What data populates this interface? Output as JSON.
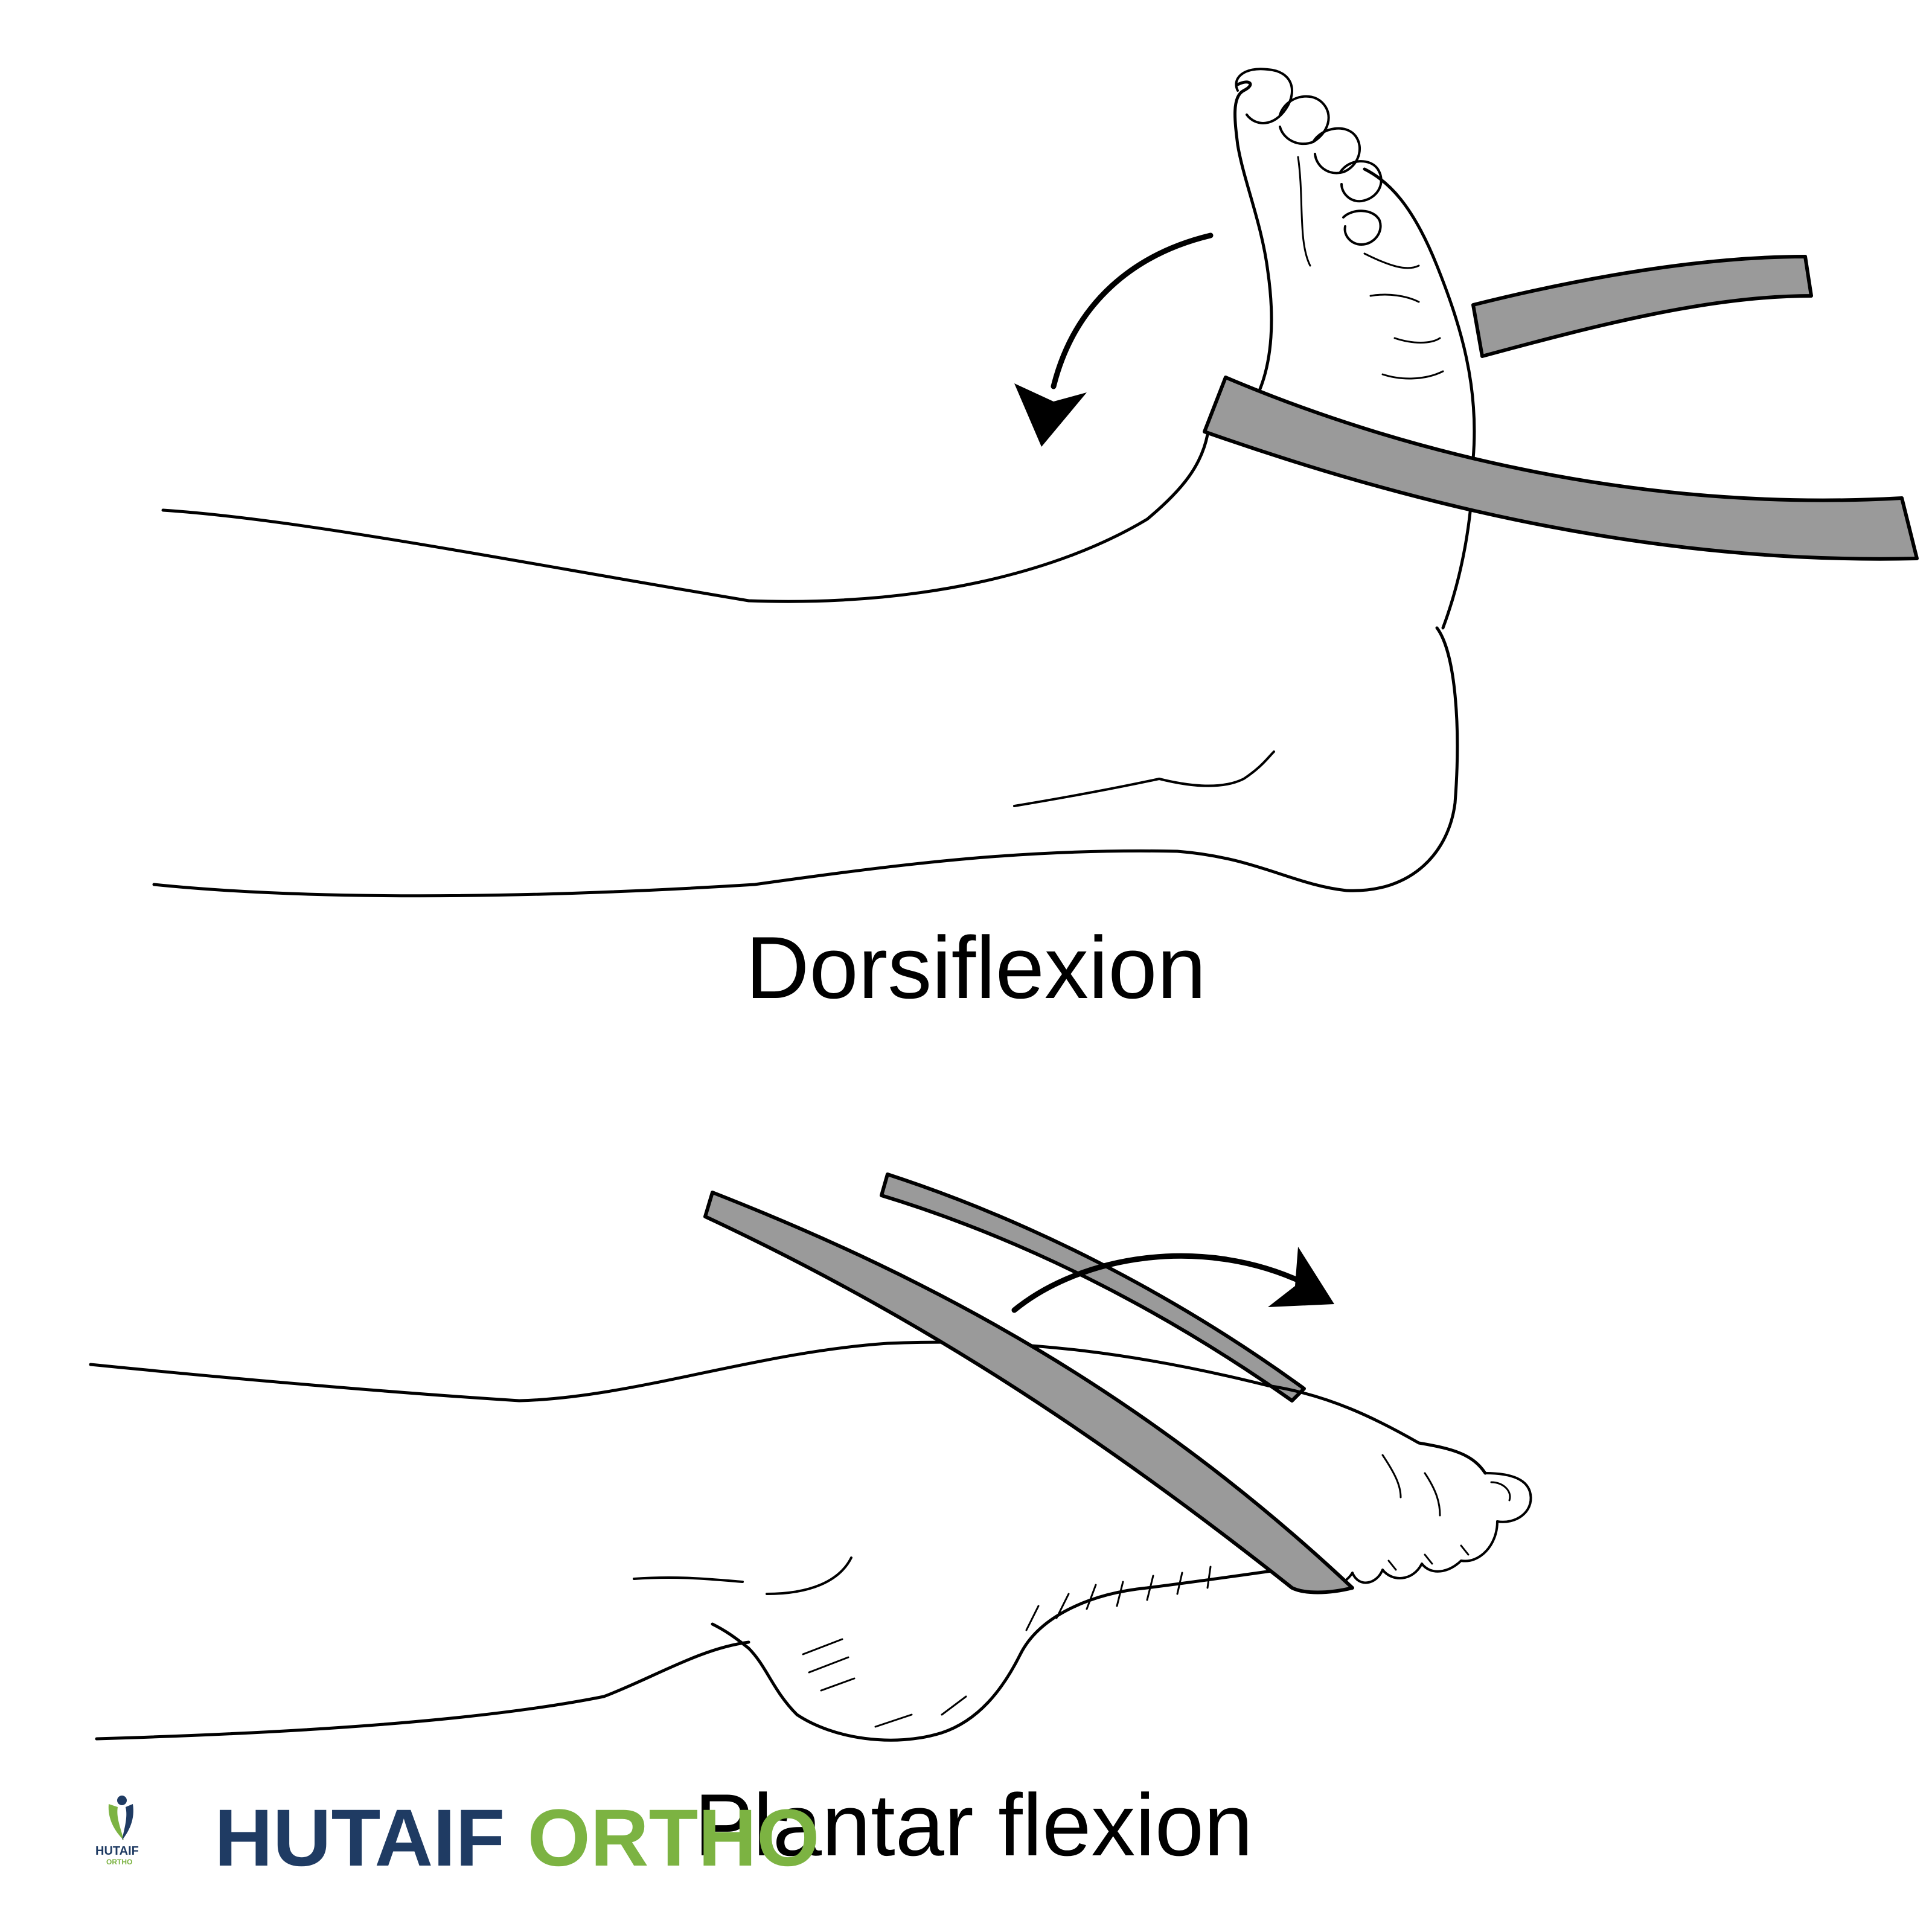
{
  "figure": {
    "top_caption": "Dorsiflexion",
    "bottom_caption": "Plantar flexion"
  },
  "brand": {
    "word1": "HUTAIF",
    "word2": "ORTHO",
    "logo_text_main": "HUTAIF",
    "logo_text_sub": "ORTHO",
    "color_primary": "#1f3b63",
    "color_accent": "#7cb342"
  },
  "colors": {
    "band_fill": "#9a9a9a",
    "outline": "#000000",
    "background": "#ffffff"
  },
  "icons": {
    "arrow_top": "curved-arrow-counterclockwise-icon",
    "arrow_bottom": "curved-arrow-clockwise-icon"
  }
}
